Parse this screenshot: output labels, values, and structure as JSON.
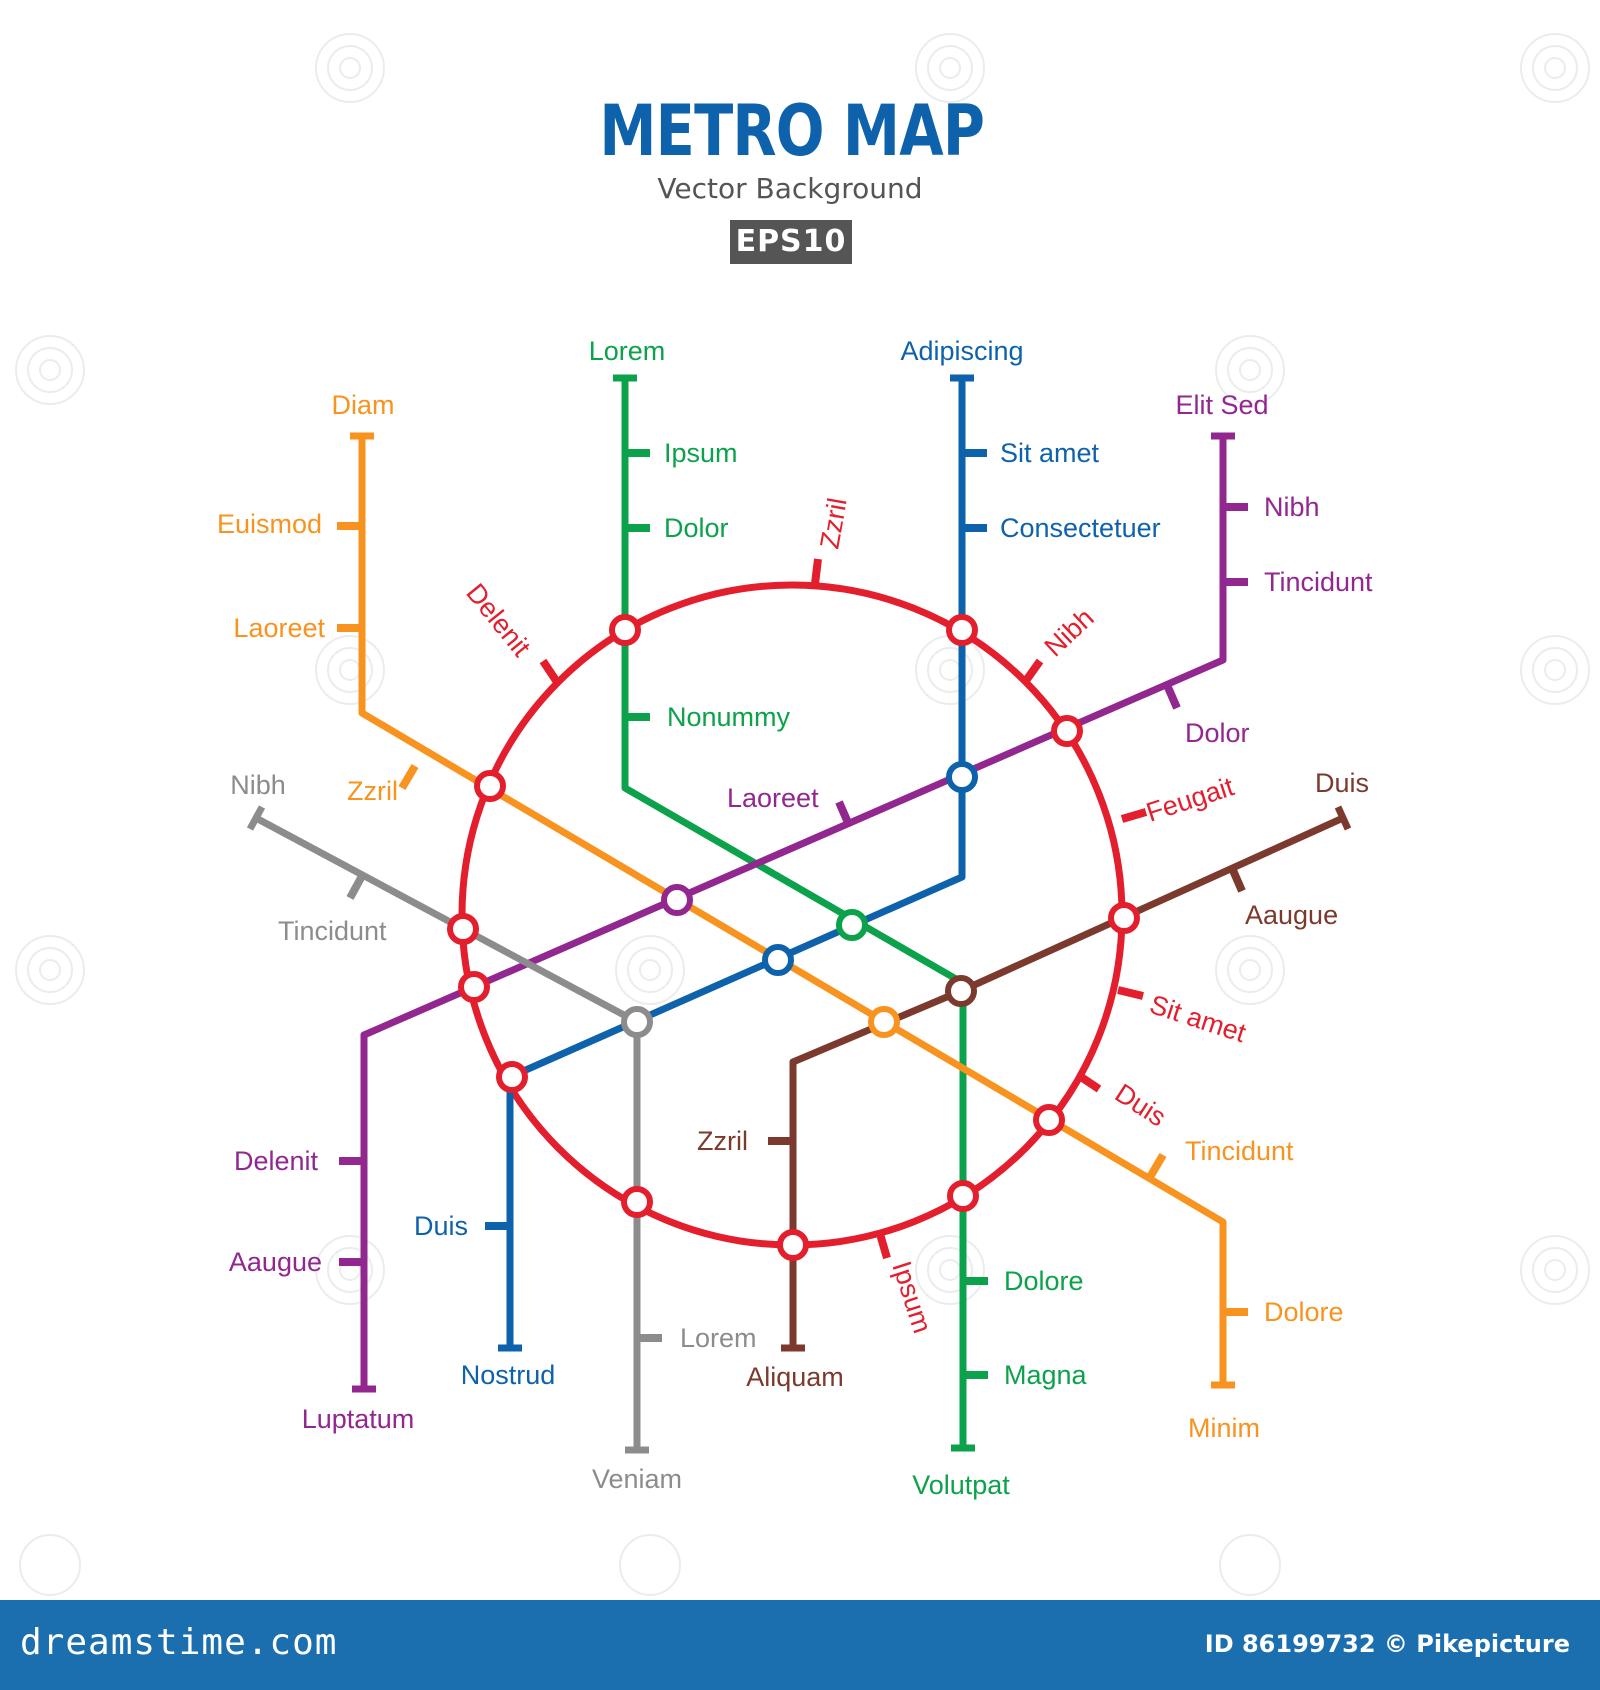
{
  "header": {
    "title": "METRO MAP",
    "subtitle": "Vector Background",
    "badge": "EPS10",
    "title_color": "#0e62ac"
  },
  "footer": {
    "logo": "dreamstime.com",
    "credit": "ID 86199732 © Pikepicture",
    "bg_color": "#1b6fae"
  },
  "colors": {
    "red": "#e31e2d",
    "green": "#0ca24b",
    "blue": "#0e62ac",
    "purple": "#92278f",
    "orange": "#f7931e",
    "gray": "#8c8c8c",
    "brown": "#7b3a2d"
  },
  "lines": {
    "green": {
      "top": "Lorem",
      "stops": [
        "Ipsum",
        "Dolor",
        "Nonummy",
        "Dolore",
        "Magna"
      ],
      "bottom": "Volutpat"
    },
    "blue": {
      "top": "Adipiscing",
      "stops": [
        "Sit amet",
        "Consectetuer",
        "Duis"
      ],
      "bottom": "Nostrud"
    },
    "purple": {
      "top": "Elit Sed",
      "stops": [
        "Nibh",
        "Tincidunt",
        "Dolor",
        "Laoreet",
        "Delenit",
        "Aaugue"
      ],
      "bottom": "Luptatum"
    },
    "orange": {
      "top": "Diam",
      "stops": [
        "Euismod",
        "Laoreet",
        "Zzril",
        "Tincidunt",
        "Dolore"
      ],
      "bottom": "Minim"
    },
    "gray": {
      "top": "Nibh",
      "stops": [
        "Tincidunt",
        "Lorem"
      ],
      "bottom": "Veniam"
    },
    "brown": {
      "top": "Duis",
      "stops": [
        "Aaugue",
        "Zzril"
      ],
      "bottom": "Aliquam"
    },
    "red": {
      "stops": [
        "Zzril",
        "Delenit",
        "Nibh",
        "Feugait",
        "Sit amet",
        "Duis",
        "Ipsum"
      ]
    }
  }
}
